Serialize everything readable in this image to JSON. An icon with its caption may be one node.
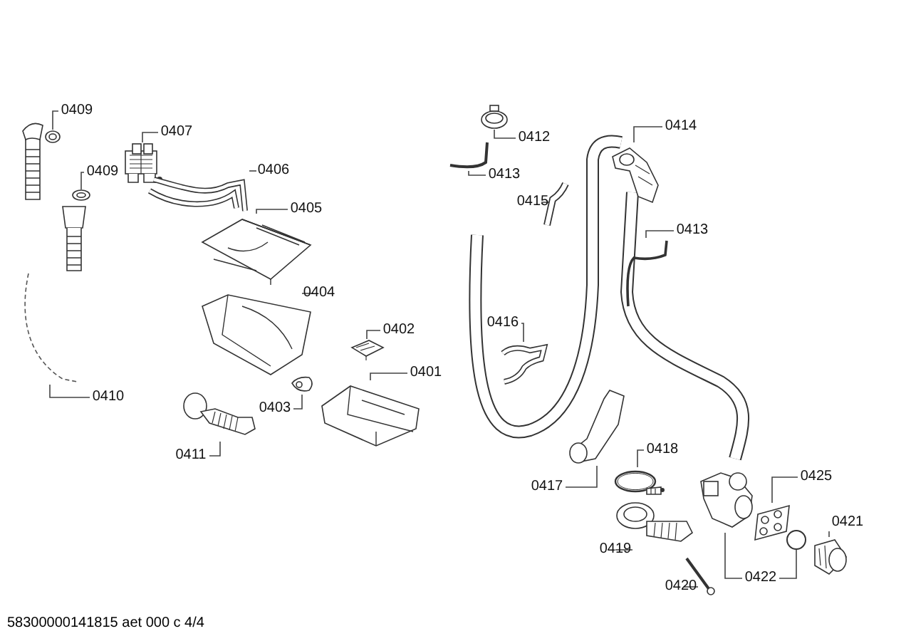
{
  "diagram": {
    "nodes": [
      {
        "text": [
          "0409"
        ]
      },
      {
        "text": [],
        "shape": "picture"
      },
      {
        "text": [
          "0407"
        ]
      },
      {
        "text": [],
        "shape": "picture"
      },
      {
        "text": [
          "0409"
        ]
      },
      {
        "text": [],
        "shape": "picture"
      },
      {
        "text": [
          "0406"
        ]
      },
      {
        "text": [],
        "shape": "picture"
      },
      {
        "text": [
          "0405"
        ]
      },
      {
        "text": [],
        "shape": "picture"
      },
      {
        "text": [
          "0404"
        ]
      },
      {
        "text": [],
        "shape": "picture"
      },
      {
        "text": [
          "0402"
        ]
      },
      {
        "text": [],
        "shape": "picture"
      },
      {
        "text": [
          "0401"
        ]
      },
      {
        "text": [],
        "shape": "picture"
      },
      {
        "text": [
          "0403"
        ]
      },
      {
        "text": [],
        "shape": "picture"
      },
      {
        "text": [
          "0410"
        ]
      },
      {
        "text": [],
        "shape": "picture"
      },
      {
        "text": [
          "0411"
        ]
      },
      {
        "text": [],
        "shape": "picture"
      },
      {
        "text": [
          "0412"
        ]
      },
      {
        "text": [],
        "shape": "picture"
      },
      {
        "text": [
          "0413"
        ]
      },
      {
        "text": [],
        "shape": "picture"
      },
      {
        "text": [
          "0415"
        ]
      },
      {
        "text": [],
        "shape": "picture"
      },
      {
        "text": [
          "0414"
        ]
      },
      {
        "text": [],
        "shape": "picture"
      },
      {
        "text": [
          "0413"
        ]
      },
      {
        "text": [],
        "shape": "picture"
      },
      {
        "text": [
          "0416"
        ]
      },
      {
        "text": [],
        "shape": "picture"
      },
      {
        "text": [
          "0417"
        ]
      },
      {
        "text": [],
        "shape": "picture"
      },
      {
        "text": [
          "0418"
        ]
      },
      {
        "text": [],
        "shape": "picture"
      },
      {
        "text": [
          "0419"
        ]
      },
      {
        "text": [],
        "shape": "picture"
      },
      {
        "text": [
          "0420"
        ]
      },
      {
        "text": [],
        "shape": "picture"
      },
      {
        "text": [
          "0425"
        ]
      },
      {
        "text": [],
        "shape": "picture"
      },
      {
        "text": [
          "0421"
        ]
      },
      {
        "text": [],
        "shape": "picture"
      },
      {
        "text": [
          "0422"
        ]
      },
      {
        "text": [],
        "shape": "picture"
      },
      {
        "text": [],
        "shape": "circle"
      }
    ],
    "edges": [
      {
        "from": 0,
        "to": 1,
        "arrow": "none"
      },
      {
        "from": 2,
        "to": 3,
        "arrow": "none"
      },
      {
        "from": 4,
        "to": 5,
        "arrow": "none"
      },
      {
        "from": 6,
        "to": 7,
        "arrow": "none"
      },
      {
        "from": 8,
        "to": 9,
        "arrow": "none"
      },
      {
        "from": 10,
        "to": 11,
        "arrow": "none"
      },
      {
        "from": 12,
        "to": 13,
        "arrow": "none"
      },
      {
        "from": 14,
        "to": 15,
        "arrow": "none"
      },
      {
        "from": 16,
        "to": 17,
        "arrow": "none"
      },
      {
        "from": 18,
        "to": 19,
        "arrow": "none"
      },
      {
        "from": 20,
        "to": 21,
        "arrow": "none"
      },
      {
        "from": 22,
        "to": 23,
        "arrow": "none"
      },
      {
        "from": 24,
        "to": 25,
        "arrow": "none"
      },
      {
        "from": 26,
        "to": 27,
        "arrow": "none"
      },
      {
        "from": 28,
        "to": 29,
        "arrow": "none"
      },
      {
        "from": 30,
        "to": 31,
        "arrow": "none"
      },
      {
        "from": 32,
        "to": 33,
        "arrow": "none"
      },
      {
        "from": 34,
        "to": 35,
        "arrow": "none"
      },
      {
        "from": 36,
        "to": 37,
        "arrow": "none"
      },
      {
        "from": 38,
        "to": 39,
        "arrow": "none"
      },
      {
        "from": 40,
        "to": 41,
        "arrow": "none"
      },
      {
        "from": 42,
        "to": 43,
        "arrow": "none"
      },
      {
        "from": 44,
        "to": 45,
        "arrow": "none"
      },
      {
        "from": 46,
        "to": 47,
        "arrow": "none"
      },
      {
        "from": 46,
        "to": 48,
        "arrow": "none"
      }
    ],
    "labels": [
      "58300000141815 aet 000 c 4/4"
    ]
  }
}
